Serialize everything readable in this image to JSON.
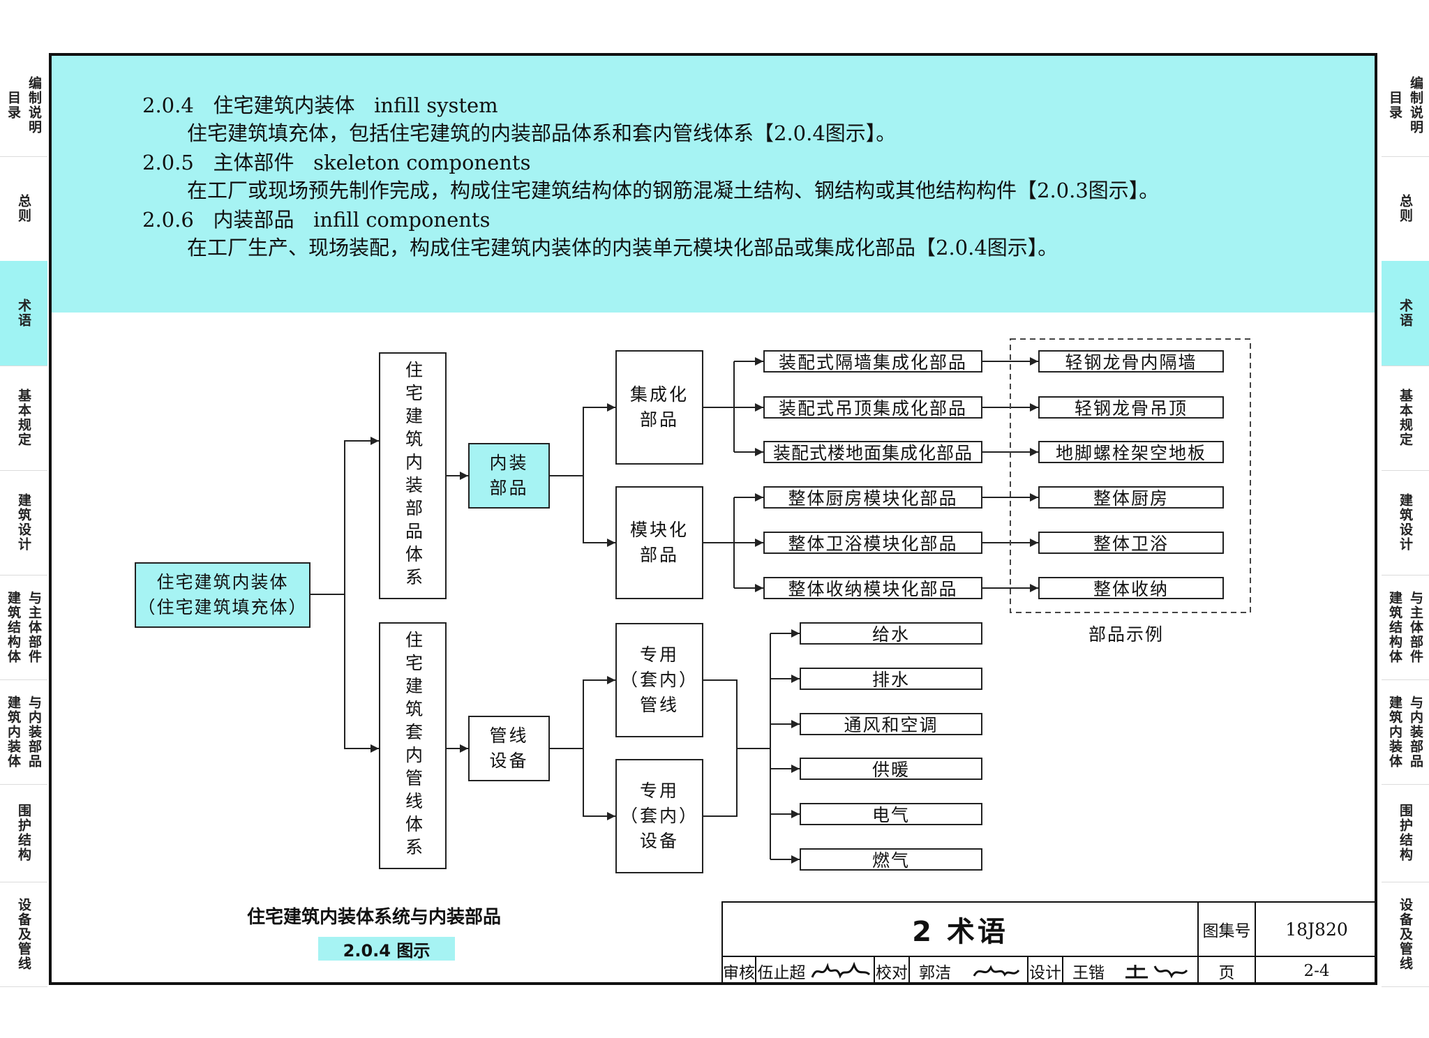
{
  "side_tabs": [
    {
      "cols": [
        "目录",
        "编制说明"
      ]
    },
    {
      "cols": [
        "总则"
      ]
    },
    {
      "cols": [
        "术语"
      ],
      "active": true
    },
    {
      "cols": [
        "基本规定"
      ]
    },
    {
      "cols": [
        "建筑设计"
      ]
    },
    {
      "cols": [
        "建筑结构体",
        "与主体部件"
      ]
    },
    {
      "cols": [
        "建筑内装体",
        "与内装部品"
      ]
    },
    {
      "cols": [
        "围护结构"
      ]
    },
    {
      "cols": [
        "设备及管线"
      ]
    }
  ],
  "terms": [
    {
      "num": "2.0.4",
      "name": "住宅建筑内装体",
      "en": "infill system",
      "def": "住宅建筑填充体，包括住宅建筑的内装部品体系和套内管线体系【2.0.4图示】。"
    },
    {
      "num": "2.0.5",
      "name": "主体部件",
      "en": "skeleton components",
      "def": "在工厂或现场预先制作完成，构成住宅建筑结构体的钢筋混凝土结构、钢结构或其他结构构件【2.0.3图示】。"
    },
    {
      "num": "2.0.6",
      "name": "内装部品",
      "en": "infill components",
      "def": "在工厂生产、现场装配，构成住宅建筑内装体的内装单元模块化部品或集成化部品【2.0.4图示】。"
    }
  ],
  "diagram": {
    "root": [
      "住宅建筑内装体",
      "（住宅建筑填充体）"
    ],
    "system1": "住宅建筑内装部品体系",
    "system2": "住宅建筑套内管线体系",
    "sub1": [
      "内装",
      "部品"
    ],
    "sub2": [
      "管线",
      "设备"
    ],
    "cat_integrated": [
      "集成化",
      "部品"
    ],
    "cat_modular": [
      "模块化",
      "部品"
    ],
    "cat_pipe": [
      "专用",
      "（套内）",
      "管线"
    ],
    "cat_equip": [
      "专用",
      "（套内）",
      "设备"
    ],
    "components": [
      "装配式隔墙集成化部品",
      "装配式吊顶集成化部品",
      "装配式楼地面集成化部品",
      "整体厨房模块化部品",
      "整体卫浴模块化部品",
      "整体收纳模块化部品"
    ],
    "examples": [
      "轻钢龙骨内隔墙",
      "轻钢龙骨吊顶",
      "地脚螺栓架空地板",
      "整体厨房",
      "整体卫浴",
      "整体收纳"
    ],
    "examples_label": "部品示例",
    "utilities": [
      "给水",
      "排水",
      "通风和空调",
      "供暖",
      "电气",
      "燃气"
    ]
  },
  "figure_caption": "住宅建筑内装体系统与内装部品",
  "figure_label": "2.0.4 图示",
  "title_block": {
    "title": "2 术语",
    "atlas_label": "图集号",
    "atlas_no": "18J820",
    "review_label": "审核",
    "reviewer": "伍止超",
    "check_label": "校对",
    "checker": "郭洁",
    "design_label": "设计",
    "designer": "王锴",
    "page_label": "页",
    "page_no": "2-4"
  }
}
